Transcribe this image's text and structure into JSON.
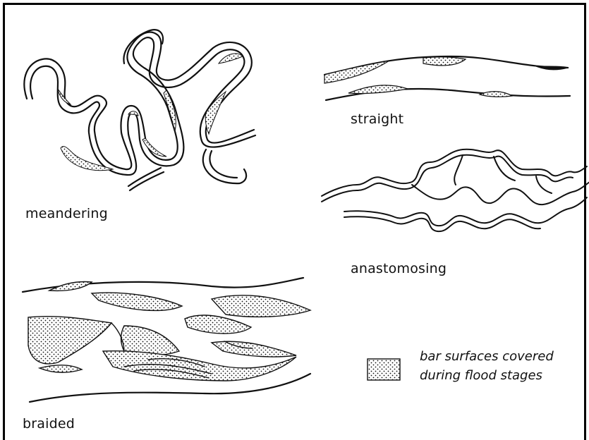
{
  "labels": {
    "meandering": "meandering",
    "straight": "straight",
    "anastomosing": "anastomosing",
    "braided": "braided"
  },
  "legend": {
    "line1": "bar surfaces covered",
    "line2": "during flood stages",
    "pattern": "stippled"
  },
  "colors": {
    "ink": "#111111",
    "background": "#ffffff"
  }
}
